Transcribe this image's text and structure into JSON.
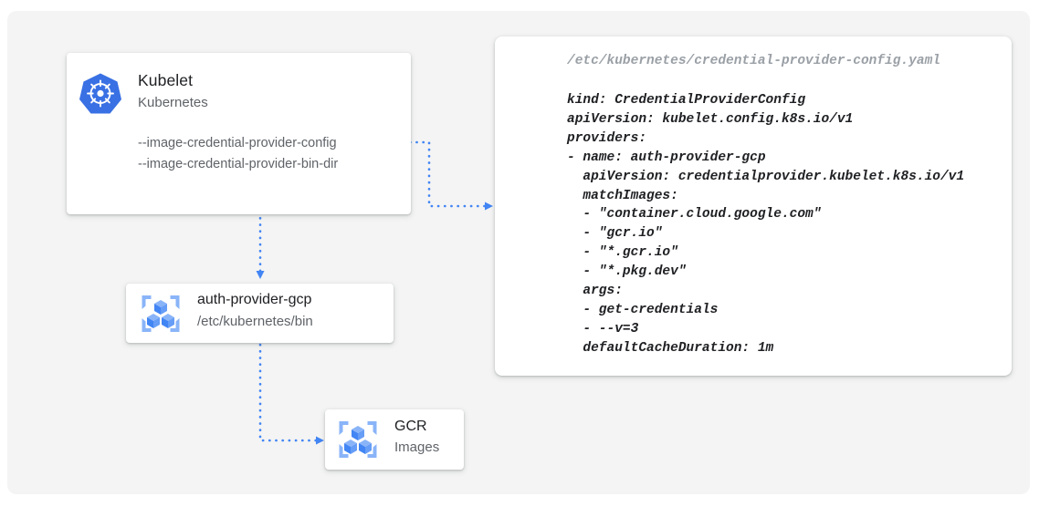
{
  "canvas": {
    "background_color": "#f4f4f4",
    "page_background": "#ffffff"
  },
  "colors": {
    "accent_blue": "#4285f4",
    "kubernetes_blue": "#3970e4",
    "icon_light_blue": "#8ab4f8",
    "text_primary": "#202124",
    "text_secondary": "#5f6368",
    "text_muted": "#9aa0a6",
    "connector_blue": "#4285f4"
  },
  "kubelet_card": {
    "icon": "kubernetes-helm-icon",
    "title": "Kubelet",
    "subtitle": "Kubernetes",
    "flags": [
      "--image-credential-provider-config",
      "--image-credential-provider-bin-dir"
    ]
  },
  "auth_provider_card": {
    "icon": "gcp-container-registry-icon",
    "title": "auth-provider-gcp",
    "subtitle": "/etc/kubernetes/bin"
  },
  "gcr_card": {
    "icon": "gcp-container-registry-icon",
    "title": "GCR",
    "subtitle": "Images"
  },
  "yaml_panel": {
    "file_path": "/etc/kubernetes/credential-provider-config.yaml",
    "lines": [
      "kind: CredentialProviderConfig",
      "apiVersion: kubelet.config.k8s.io/v1",
      "providers:",
      "- name: auth-provider-gcp",
      "  apiVersion: credentialprovider.kubelet.k8s.io/v1",
      "  matchImages:",
      "  - \"container.cloud.google.com\"",
      "  - \"gcr.io\"",
      "  - \"*.gcr.io\"",
      "  - \"*.pkg.dev\"",
      "  args:",
      "  - get-credentials",
      "  - --v=3",
      "  defaultCacheDuration: 1m"
    ]
  },
  "connectors": [
    {
      "name": "kubelet-config-flag-to-yaml-panel",
      "from": "kubelet-card",
      "to": "yaml-panel",
      "style": "dotted",
      "arrow": "right"
    },
    {
      "name": "kubelet-to-auth-provider",
      "from": "kubelet-card",
      "to": "auth-provider-card",
      "style": "dotted",
      "arrow": "down"
    },
    {
      "name": "auth-provider-to-gcr",
      "from": "auth-provider-card",
      "to": "gcr-card",
      "style": "dotted",
      "arrow": "right"
    }
  ]
}
